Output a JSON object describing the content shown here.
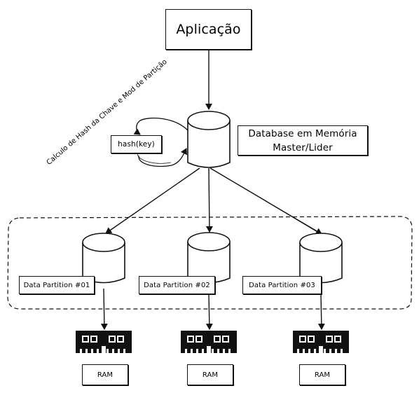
{
  "diagram": {
    "application": "Aplicação",
    "master_db_label": "Database em Memória\nMaster/Lider",
    "hash_label": "hash(key)",
    "hash_annotation": "Calculo de Hash da Chave\ne Mod de Partição",
    "partitions": [
      {
        "label": "Data Partition #01",
        "ram": "RAM"
      },
      {
        "label": "Data Partition #02",
        "ram": "RAM"
      },
      {
        "label": "Data Partition #03",
        "ram": "RAM"
      }
    ],
    "colors": {
      "stroke": "#111111",
      "background": "#ffffff",
      "ram_chip": "#111111"
    },
    "icons": [
      "database-cylinder-icon",
      "ram-module-icon",
      "arrow-icon"
    ]
  }
}
